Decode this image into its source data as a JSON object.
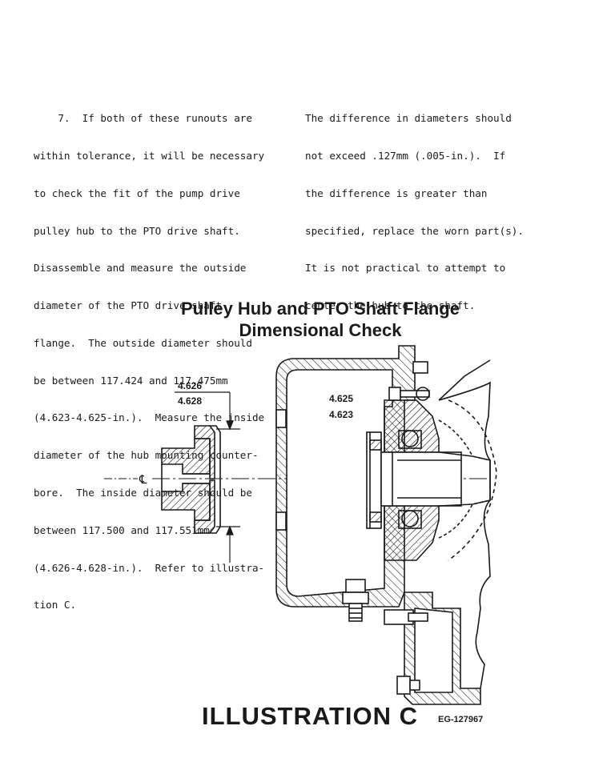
{
  "paragraphs": {
    "left_lines": [
      "    7.  If both of these runouts are",
      "within tolerance, it will be necessary",
      "to check the fit of the pump drive",
      "pulley hub to the PTO drive shaft.",
      "Disassemble and measure the outside",
      "diameter of the PTO drive shaft",
      "flange.  The outside diameter should",
      "be between 117.424 and 117.475mm",
      "(4.623-4.625-in.).  Measure the inside",
      "diameter of the hub mounting counter-",
      "bore.  The inside diameter should be",
      "between 117.500 and 117.551mm",
      "(4.626-4.628-in.).  Refer to illustra-",
      "tion C."
    ],
    "right_lines": [
      "The difference in diameters should",
      "not exceed .127mm (.005-in.).  If",
      "the difference is greater than",
      "specified, replace the worn part(s).",
      "It is not practical to attempt to",
      "center the hub to the shaft."
    ]
  },
  "figure": {
    "title_line1": "Pulley Hub and PTO Shaft Flange",
    "title_line2": "Dimensional Check",
    "hub_dim_top": "4.626",
    "hub_dim_bottom": "4.628",
    "flange_dim_top": "4.625",
    "flange_dim_bottom": "4.623",
    "centerline_symbol": "℄",
    "caption": "ILLUSTRATION C",
    "code": "EG-127967"
  }
}
